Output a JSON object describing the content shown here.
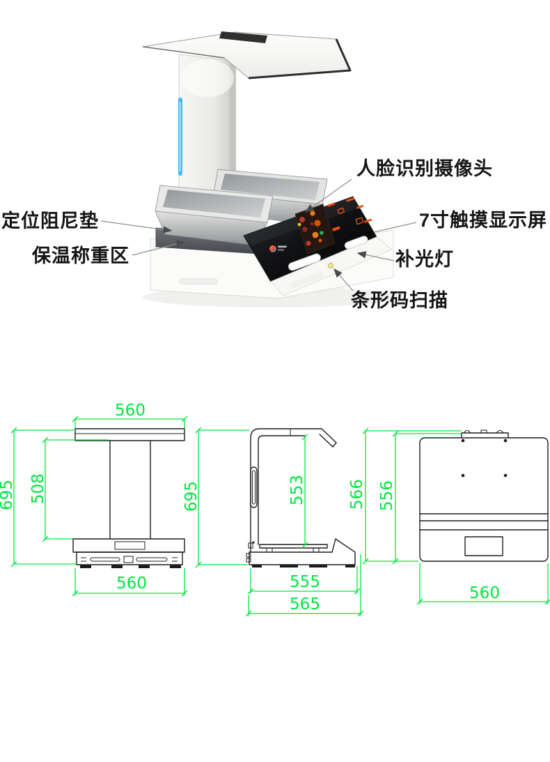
{
  "figure": {
    "callouts": {
      "face_camera": "人脸识别摄像头",
      "touch_screen": "7寸触摸显示屏",
      "damping_pad": "定位阻尼垫",
      "weighing_area": "保温称重区",
      "fill_light": "补光灯",
      "barcode_scanner": "条形码扫描"
    }
  },
  "drawings": {
    "front_view": {
      "top_width": "560",
      "column_height": "508",
      "total_height": "695",
      "base_width": "560"
    },
    "side_view": {
      "total_height": "695",
      "inner_height": "553",
      "base_depth": "555",
      "total_depth": "565"
    },
    "rear_view": {
      "total_height": "566",
      "body_height": "556",
      "width": "560"
    }
  },
  "colors": {
    "dimension_green": "#00e640",
    "drawing_black": "#1c1c1c",
    "led_blue": "#41b9f2",
    "console_black": "#0a0a0a",
    "indicator_red": "#e8500a"
  }
}
